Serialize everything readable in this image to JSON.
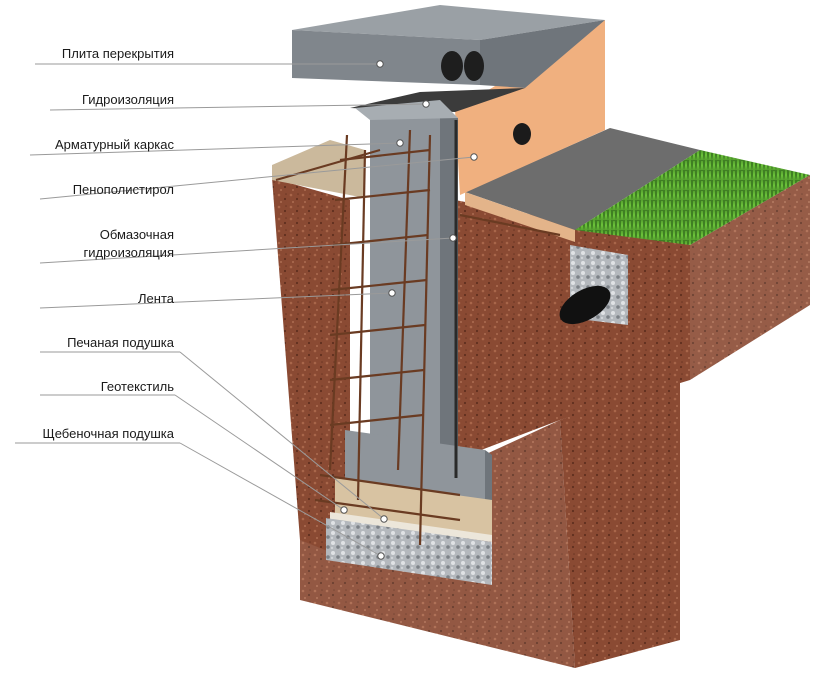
{
  "labels": {
    "slab": "Плита перекрытия",
    "waterproofing": "Гидроизоляция",
    "rebar": "Арматурный каркас",
    "foam": "Пенополистирол",
    "coating_line1": "Обмазочная",
    "coating_line2": "гидроизоляция",
    "strip": "Лента",
    "sand": "Печаная подушка",
    "geotextile": "Геотекстиль",
    "gravel": "Щебеночная подушка"
  },
  "colors": {
    "soil": "#8a4a33",
    "soil_dark": "#6e3825",
    "concrete": "#8f959b",
    "concrete_dark": "#6f757b",
    "foam": "#f0b07f",
    "asphalt": "#6d6d6d",
    "grass": "#4f9a2c",
    "sand": "#d8c3a2",
    "gravel": "#b9bcc0",
    "rebar": "#6a3b22",
    "leader": "#9a9a9a"
  }
}
